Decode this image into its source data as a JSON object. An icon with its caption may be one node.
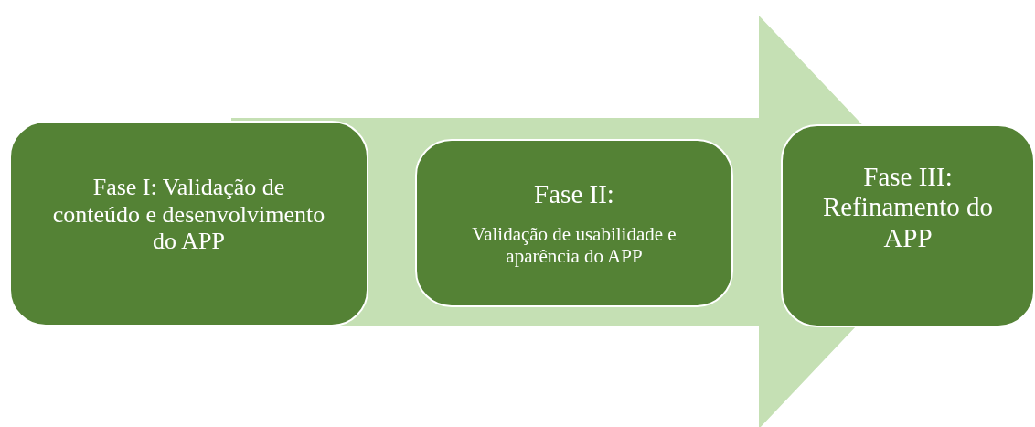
{
  "diagram": {
    "nodes": [
      {
        "text": [
          "Fase I: Validação de conteúdo e desenvolvimento do APP"
        ]
      },
      {
        "text": [
          "Fase II:",
          "Validação de usabilidade e aparência do APP"
        ]
      },
      {
        "text": [
          "Fase III: Refinamento do APP"
        ]
      }
    ],
    "edges": [
      {
        "from": 0,
        "to": 2,
        "arrow": "to"
      }
    ]
  }
}
